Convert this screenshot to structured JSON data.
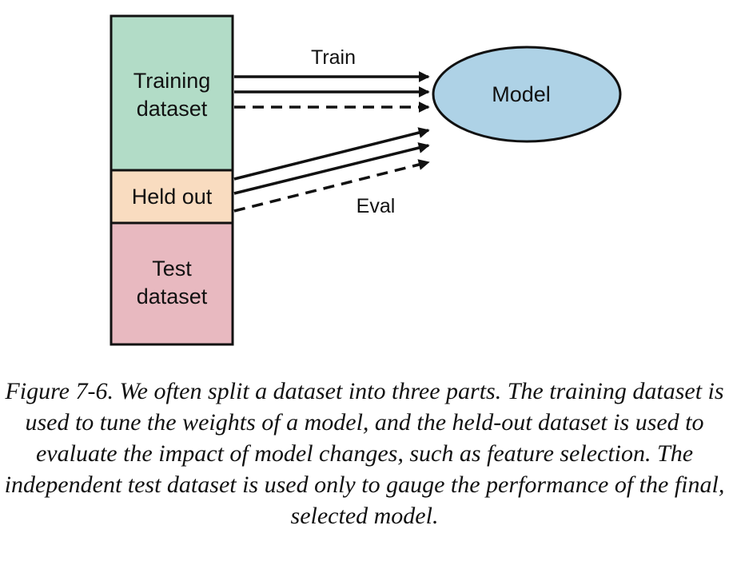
{
  "diagram": {
    "blocks": {
      "training": {
        "label_lines": [
          "Training",
          "dataset"
        ],
        "color": "#b2dcc7"
      },
      "heldout": {
        "label_lines": [
          "Held out"
        ],
        "color": "#f9dcc0"
      },
      "test": {
        "label_lines": [
          "Test",
          "dataset"
        ],
        "color": "#e8b9c0"
      }
    },
    "model": {
      "label": "Model",
      "color": "#aed2e6"
    },
    "arrow_labels": {
      "train": "Train",
      "eval": "Eval"
    }
  },
  "caption": {
    "text": "Figure 7-6. We often split a dataset into three parts. The training dataset is used to tune the weights of a model, and the held-out dataset is used to evaluate the impact of model changes, such as feature selection. The independent test dataset is used only to gauge the performance of the final, selected model."
  }
}
